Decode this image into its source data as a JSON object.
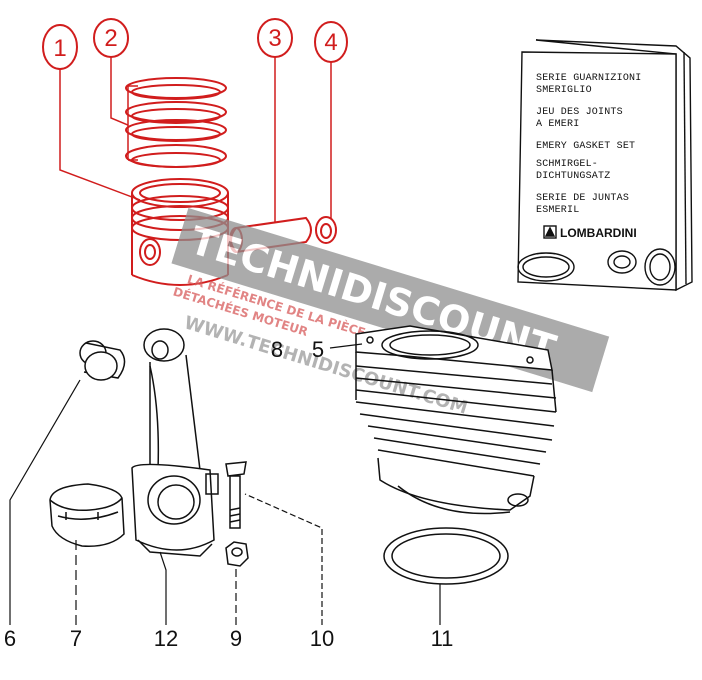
{
  "callouts_red": [
    "1",
    "2",
    "3",
    "4"
  ],
  "callouts_black": {
    "p5": "5",
    "p6": "6",
    "p7": "7",
    "p8": "8",
    "p9": "9",
    "p10": "10",
    "p11": "11",
    "p12": "12"
  },
  "gasket_booklet": {
    "lines": [
      "SERIE GUARNIZIONI",
      "SMERIGLIO",
      "JEU DES JOINTS",
      "A EMERI",
      "EMERY GASKET SET",
      "SCHMIRGEL-",
      "DICHTUNGSATZ",
      "SERIE DE JUNTAS",
      "ESMERIL"
    ],
    "brand": "LOMBARDINI"
  },
  "watermark": {
    "main": "TECHNIDISCOUNT",
    "tag1": "LA RÉFÉRENCE DE LA PIÈCE",
    "tag2": "DÉTACHÉES MOTEUR",
    "url": "WWW.TECHNIDISCOUNT.COM"
  },
  "colors": {
    "callout_red": "#d11d1d",
    "line": "#111111",
    "watermark": "#9a9a9a"
  }
}
